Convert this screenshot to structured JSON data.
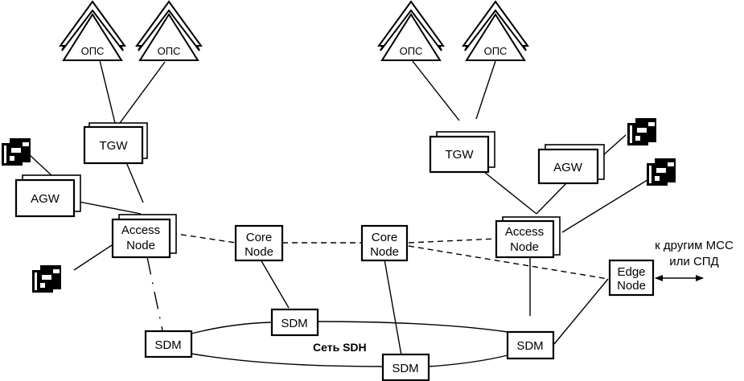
{
  "title": "Сеть SDH",
  "nodes": {
    "ops_1": {
      "label": "ОПС",
      "type": "exchange"
    },
    "ops_2": {
      "label": "ОПС",
      "type": "exchange"
    },
    "ops_3": {
      "label": "ОПС",
      "type": "exchange"
    },
    "ops_4": {
      "label": "ОПС",
      "type": "exchange"
    },
    "tgw_left": {
      "label": "TGW",
      "type": "gateway"
    },
    "tgw_right": {
      "label": "TGW",
      "type": "gateway"
    },
    "agw_left": {
      "label": "AGW",
      "type": "gateway"
    },
    "agw_right": {
      "label": "AGW",
      "type": "gateway"
    },
    "access_left": {
      "line1": "Access",
      "line2": "Node",
      "type": "access"
    },
    "access_right": {
      "line1": "Access",
      "line2": "Node",
      "type": "access"
    },
    "core_left": {
      "line1": "Core",
      "line2": "Node",
      "type": "core"
    },
    "core_right": {
      "line1": "Core",
      "line2": "Node",
      "type": "core"
    },
    "edge": {
      "line1": "Edge",
      "line2": "Node",
      "type": "edge"
    },
    "sdm_left": {
      "label": "SDM",
      "type": "multiplexer"
    },
    "sdm_top": {
      "label": "SDM",
      "type": "multiplexer"
    },
    "sdm_bottom": {
      "label": "SDM",
      "type": "multiplexer"
    },
    "sdm_right": {
      "label": "SDM",
      "type": "multiplexer"
    },
    "phone_left_top": {
      "type": "terminal",
      "icon": "phone-icon"
    },
    "phone_left_bottom": {
      "type": "terminal",
      "icon": "phone-icon"
    },
    "phone_right_top": {
      "type": "terminal",
      "icon": "phone-icon"
    },
    "phone_right_bottom": {
      "type": "terminal",
      "icon": "phone-icon"
    }
  },
  "ring_label": "Сеть SDH",
  "external_note": {
    "line1": "к другим МСС",
    "line2": "или СПД"
  },
  "edges": [
    {
      "from": "ops_1",
      "to": "tgw_left",
      "style": "solid"
    },
    {
      "from": "ops_2",
      "to": "tgw_left",
      "style": "solid"
    },
    {
      "from": "ops_3",
      "to": "tgw_right",
      "style": "solid"
    },
    {
      "from": "ops_4",
      "to": "tgw_right",
      "style": "solid"
    },
    {
      "from": "tgw_left",
      "to": "access_left",
      "style": "solid"
    },
    {
      "from": "agw_left",
      "to": "access_left",
      "style": "solid"
    },
    {
      "from": "phone_left_top",
      "to": "agw_left",
      "style": "solid"
    },
    {
      "from": "phone_left_bottom",
      "to": "access_left",
      "style": "solid"
    },
    {
      "from": "tgw_right",
      "to": "access_right",
      "style": "solid"
    },
    {
      "from": "agw_right",
      "to": "access_right",
      "style": "solid"
    },
    {
      "from": "phone_right_top",
      "to": "agw_right",
      "style": "solid"
    },
    {
      "from": "phone_right_bottom",
      "to": "access_right",
      "style": "solid"
    },
    {
      "from": "access_left",
      "to": "core_left",
      "style": "dashed"
    },
    {
      "from": "core_left",
      "to": "core_right",
      "style": "dashed"
    },
    {
      "from": "core_right",
      "to": "access_right",
      "style": "dashed"
    },
    {
      "from": "core_right",
      "to": "edge",
      "style": "dashed"
    },
    {
      "from": "access_left",
      "to": "sdm_left",
      "style": "dash-dot"
    },
    {
      "from": "core_left",
      "to": "sdm_top",
      "style": "solid"
    },
    {
      "from": "core_right",
      "to": "sdm_bottom",
      "style": "solid"
    },
    {
      "from": "access_right",
      "to": "sdm_right",
      "style": "solid"
    },
    {
      "from": "sdm_right",
      "to": "edge",
      "style": "solid"
    },
    {
      "from": "edge",
      "to": "external",
      "style": "double-arrow"
    }
  ],
  "colors": {
    "ink": "#000000",
    "paper": "#ffffff"
  }
}
